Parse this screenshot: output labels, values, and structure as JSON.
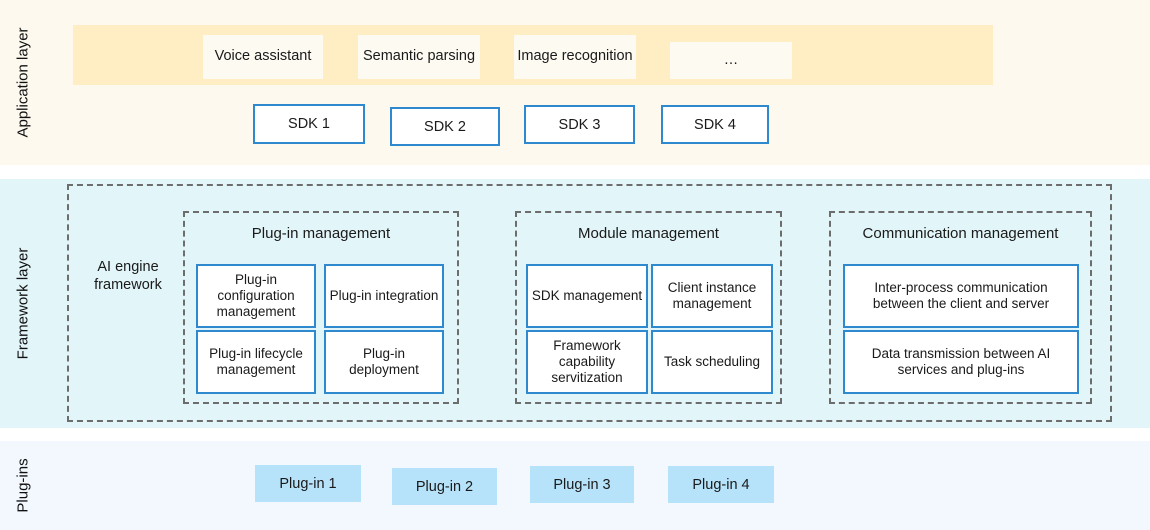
{
  "layers": [
    {
      "key": "application",
      "label": "Application layer"
    },
    {
      "key": "framework",
      "label": "Framework layer"
    },
    {
      "key": "plugins",
      "label": "Plug-ins"
    }
  ],
  "application_layer": {
    "label": "Application layer",
    "applications": [
      {
        "label": "Voice assistant"
      },
      {
        "label": "Semantic parsing"
      },
      {
        "label": "Image recognition"
      },
      {
        "label": "…"
      }
    ],
    "sdks": [
      {
        "label": "SDK 1"
      },
      {
        "label": "SDK 2"
      },
      {
        "label": "SDK 3"
      },
      {
        "label": "SDK 4"
      }
    ]
  },
  "framework_layer": {
    "label": "Framework layer",
    "engine_label": "AI engine framework",
    "groups": [
      {
        "title": "Plug-in management",
        "cells": [
          {
            "label": "Plug-in configuration management"
          },
          {
            "label": "Plug-in integration"
          },
          {
            "label": "Plug-in lifecycle management"
          },
          {
            "label": "Plug-in deployment"
          }
        ]
      },
      {
        "title": "Module management",
        "cells": [
          {
            "label": "SDK management"
          },
          {
            "label": "Client instance management"
          },
          {
            "label": "Framework capability servitization"
          },
          {
            "label": "Task scheduling"
          }
        ]
      },
      {
        "title": "Communication management",
        "cells": [
          {
            "label": "Inter-process communication between the client and server"
          },
          {
            "label": "Data transmission between AI services and plug-ins"
          }
        ]
      }
    ]
  },
  "plugins_layer": {
    "label": "Plug-ins",
    "plugins": [
      {
        "label": "Plug-in 1"
      },
      {
        "label": "Plug-in 2"
      },
      {
        "label": "Plug-in 3"
      },
      {
        "label": "Plug-in 4"
      }
    ]
  },
  "colors": {
    "application_band": "#fdf9ef",
    "application_strip": "#ffeec4",
    "application_box": "#fdfaf2",
    "framework_band": "#e2f5f9",
    "plugins_band": "#f2f8fe",
    "plugin_box": "#b6e3fa",
    "box_border_blue": "#2f89cf",
    "group_border_gray": "#6d6d6d"
  }
}
